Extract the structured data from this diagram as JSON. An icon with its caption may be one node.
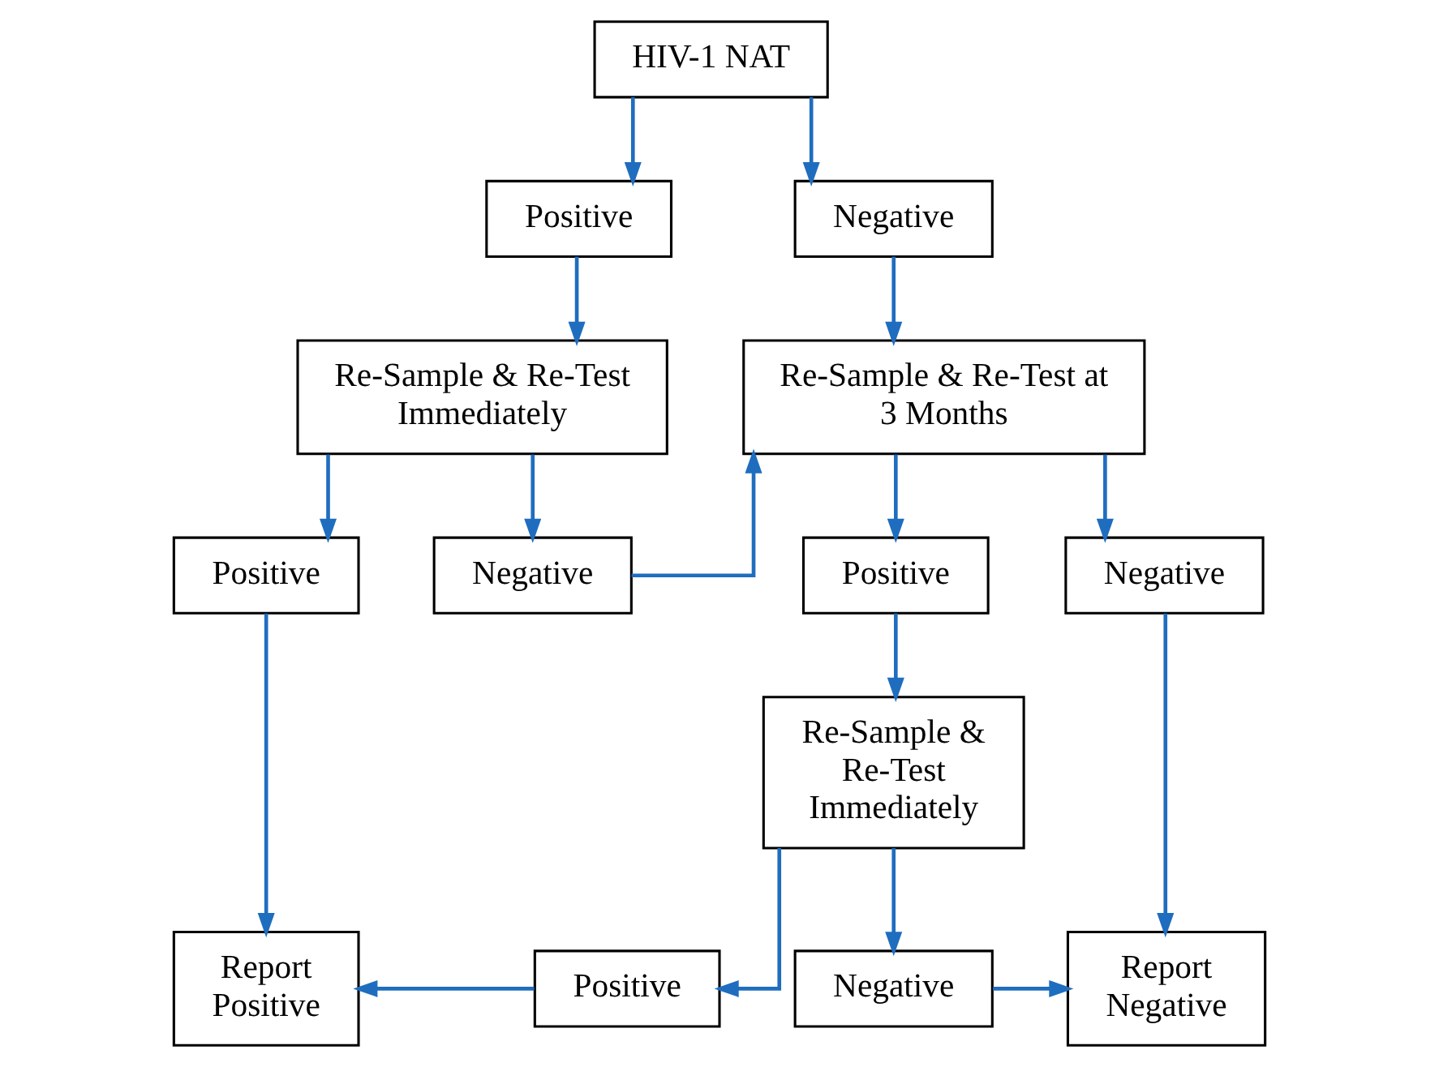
{
  "diagram": {
    "nodes": [
      {
        "text": [
          "HIV-1 NAT"
        ]
      },
      {
        "text": [
          "Positive"
        ]
      },
      {
        "text": [
          "Negative"
        ]
      },
      {
        "text": [
          "Re-Sample & Re-Test Immediately"
        ]
      },
      {
        "text": [
          "Re-Sample & Re-Test at 3 Months"
        ]
      },
      {
        "text": [
          "Positive"
        ]
      },
      {
        "text": [
          "Negative"
        ]
      },
      {
        "text": [
          "Positive"
        ]
      },
      {
        "text": [
          "Negative"
        ]
      },
      {
        "text": [
          "Re-Sample & Re-Test Immediately"
        ]
      },
      {
        "text": [
          "Report Positive"
        ]
      },
      {
        "text": [
          "Positive"
        ]
      },
      {
        "text": [
          "Negative"
        ]
      },
      {
        "text": [
          "Report Negative"
        ]
      }
    ],
    "edges": [
      {
        "from": 0,
        "to": 1,
        "arrow": "to"
      },
      {
        "from": 0,
        "to": 2,
        "arrow": "to"
      },
      {
        "from": 1,
        "to": 3,
        "arrow": "to"
      },
      {
        "from": 2,
        "to": 4,
        "arrow": "to"
      },
      {
        "from": 3,
        "to": 5,
        "arrow": "to"
      },
      {
        "from": 3,
        "to": 6,
        "arrow": "to"
      },
      {
        "from": 6,
        "to": 4,
        "arrow": "to"
      },
      {
        "from": 4,
        "to": 7,
        "arrow": "to"
      },
      {
        "from": 4,
        "to": 8,
        "arrow": "to"
      },
      {
        "from": 5,
        "to": 10,
        "arrow": "to"
      },
      {
        "from": 7,
        "to": 9,
        "arrow": "to"
      },
      {
        "from": 8,
        "to": 13,
        "arrow": "to"
      },
      {
        "from": 9,
        "to": 11,
        "arrow": "to"
      },
      {
        "from": 9,
        "to": 12,
        "arrow": "to"
      },
      {
        "from": 11,
        "to": 10,
        "arrow": "to"
      },
      {
        "from": 12,
        "to": 13,
        "arrow": "to"
      }
    ]
  }
}
